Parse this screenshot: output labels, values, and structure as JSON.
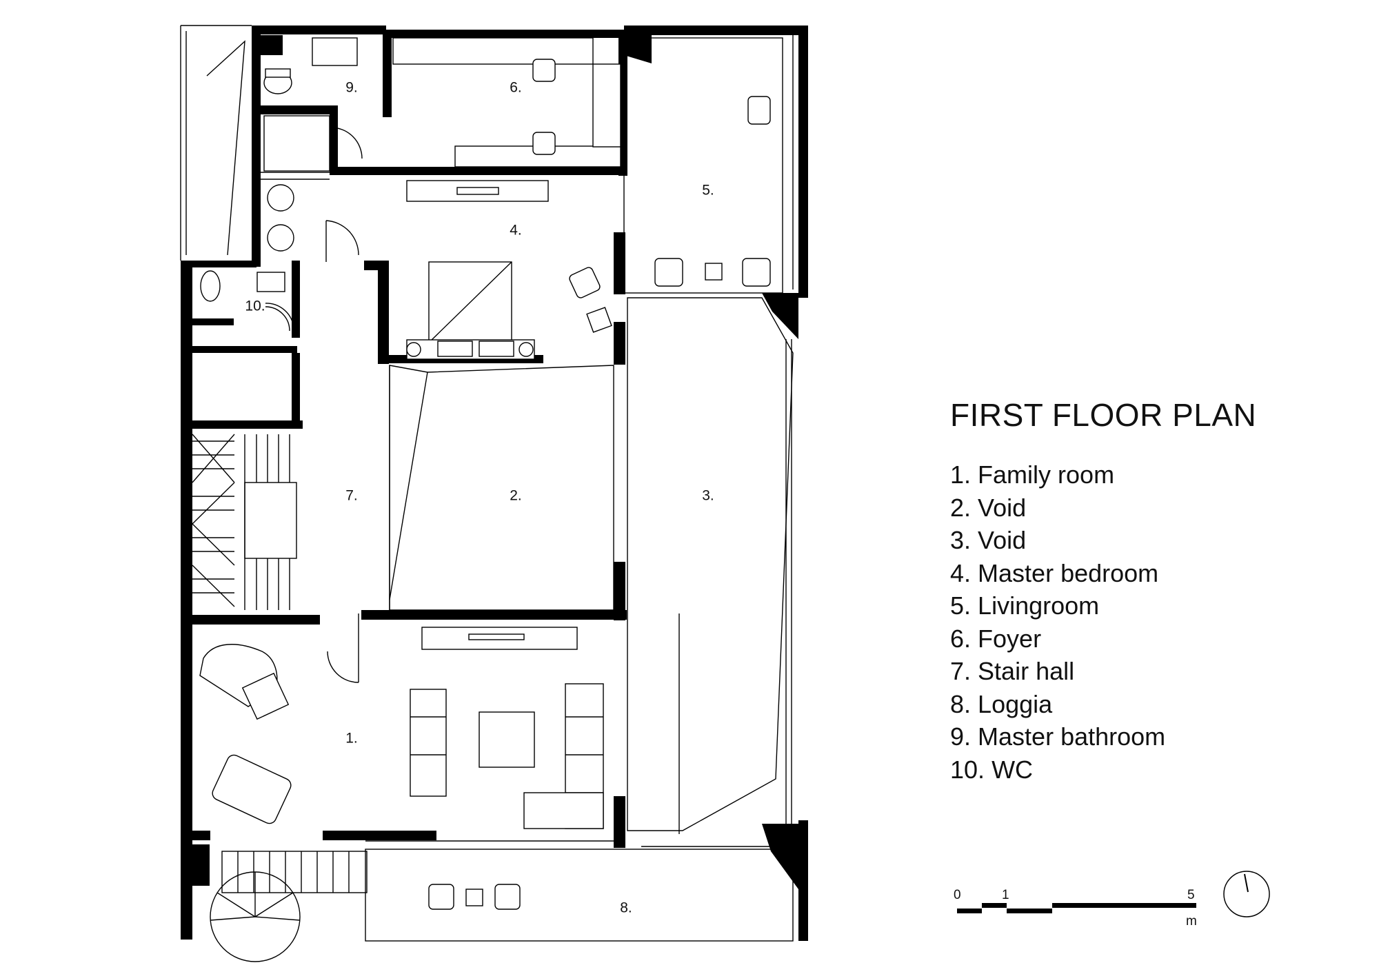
{
  "title": "FIRST FLOOR PLAN",
  "legend": [
    {
      "num": "1.",
      "name": "Family room"
    },
    {
      "num": "2.",
      "name": "Void"
    },
    {
      "num": "3.",
      "name": "Void"
    },
    {
      "num": "4.",
      "name": "Master bedroom"
    },
    {
      "num": "5.",
      "name": "Livingroom"
    },
    {
      "num": "6.",
      "name": "Foyer"
    },
    {
      "num": "7.",
      "name": "Stair hall"
    },
    {
      "num": "8.",
      "name": "Loggia"
    },
    {
      "num": "9.",
      "name": "Master bathroom"
    },
    {
      "num": "10.",
      "name": "WC"
    }
  ],
  "room_labels": {
    "r1": "1.",
    "r2": "2.",
    "r3": "3.",
    "r4": "4.",
    "r5": "5.",
    "r6": "6.",
    "r7": "7.",
    "r8": "8.",
    "r9": "9.",
    "r10": "10."
  },
  "scale_bar": {
    "label_0": "0",
    "label_1": "1",
    "label_5": "5",
    "unit": "m"
  },
  "colors": {
    "ink": "#000000",
    "paper": "#ffffff"
  }
}
